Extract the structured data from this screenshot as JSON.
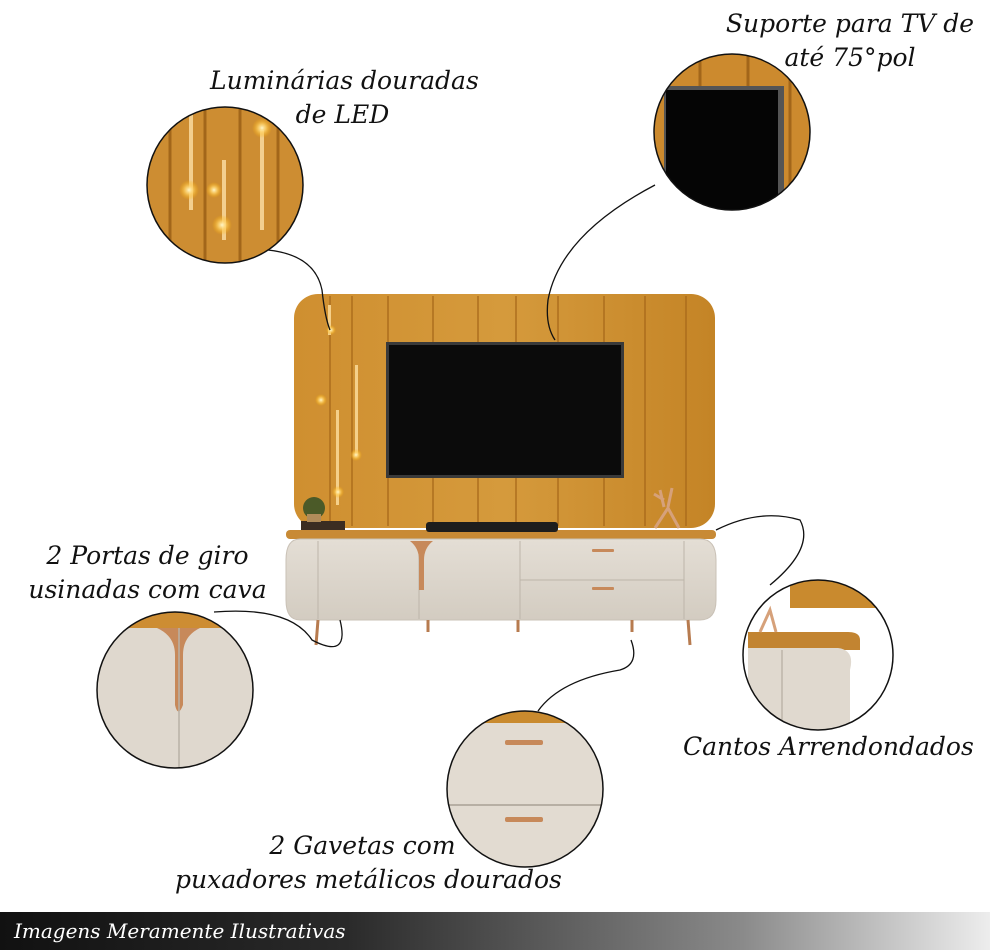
{
  "annotations": {
    "luminarias": [
      "Luminárias douradas",
      "de LED"
    ],
    "suporte": [
      "Suporte para TV de",
      "até 75°pol"
    ],
    "portas": [
      "2 Portas de giro",
      "usinadas com cava"
    ],
    "cantos": [
      "Cantos Arrendondados"
    ],
    "gavetas": [
      "2 Gavetas com",
      "puxadores metálicos dourados"
    ]
  },
  "footer": {
    "text": "Imagens Meramente Ilustrativas"
  },
  "colors": {
    "wood": "#c98a2c",
    "wood_dark": "#a96d1b",
    "cabinet": "#ddd6cc",
    "gold": "#c7895a",
    "tv": "#0b0b0b",
    "line": "#111111"
  },
  "icons": [
    "led-light-icon",
    "tv-icon",
    "plant-icon",
    "deer-sculpture-icon",
    "soundbar-icon"
  ]
}
